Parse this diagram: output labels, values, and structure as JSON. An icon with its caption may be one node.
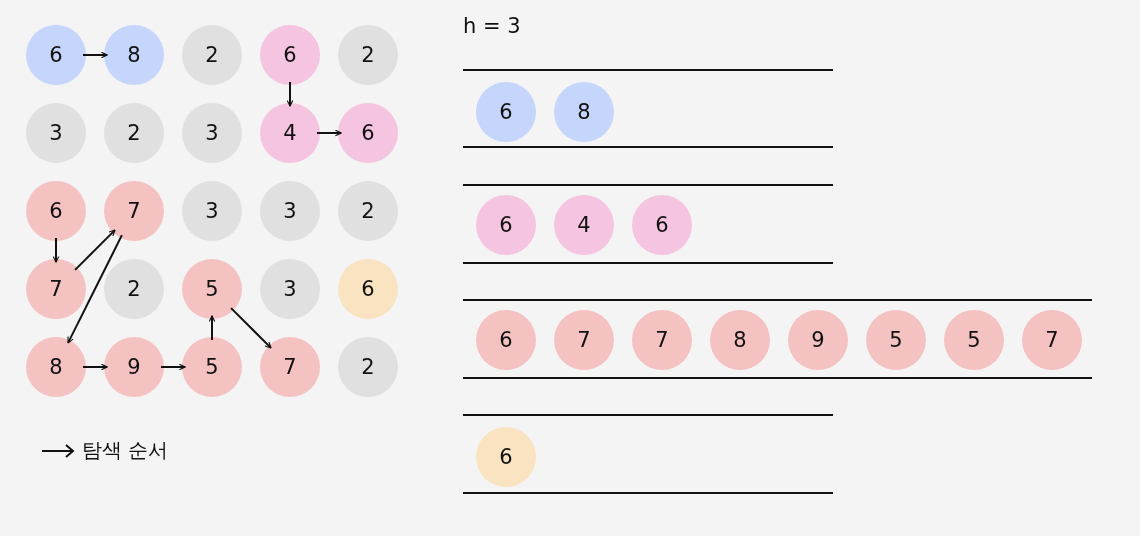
{
  "diagram": {
    "nodes": [
      {
        "text": [
          "6"
        ]
      },
      {
        "text": [
          "8"
        ]
      },
      {
        "text": [
          "2"
        ]
      },
      {
        "text": [
          "6"
        ]
      },
      {
        "text": [
          "2"
        ]
      },
      {
        "text": [
          "3"
        ]
      },
      {
        "text": [
          "2"
        ]
      },
      {
        "text": [
          "3"
        ]
      },
      {
        "text": [
          "4"
        ]
      },
      {
        "text": [
          "6"
        ]
      },
      {
        "text": [
          "6"
        ]
      },
      {
        "text": [
          "7"
        ]
      },
      {
        "text": [
          "3"
        ]
      },
      {
        "text": [
          "3"
        ]
      },
      {
        "text": [
          "2"
        ]
      },
      {
        "text": [
          "7"
        ]
      },
      {
        "text": [
          "2"
        ]
      },
      {
        "text": [
          "5"
        ]
      },
      {
        "text": [
          "3"
        ]
      },
      {
        "text": [
          "6"
        ]
      },
      {
        "text": [
          "8"
        ]
      },
      {
        "text": [
          "9"
        ]
      },
      {
        "text": [
          "5"
        ]
      },
      {
        "text": [
          "7"
        ]
      },
      {
        "text": [
          "2"
        ]
      },
      {
        "text": [
          "6"
        ]
      },
      {
        "text": [
          "8"
        ]
      },
      {
        "text": [
          "6"
        ]
      },
      {
        "text": [
          "4"
        ]
      },
      {
        "text": [
          "6"
        ]
      },
      {
        "text": [
          "6"
        ]
      },
      {
        "text": [
          "7"
        ]
      },
      {
        "text": [
          "7"
        ]
      },
      {
        "text": [
          "8"
        ]
      },
      {
        "text": [
          "9"
        ]
      },
      {
        "text": [
          "5"
        ]
      },
      {
        "text": [
          "5"
        ]
      },
      {
        "text": [
          "7"
        ]
      },
      {
        "text": [
          "6"
        ]
      }
    ],
    "edges": [
      {
        "from": 0,
        "to": 1,
        "arrow": "to"
      },
      {
        "from": 3,
        "to": 8,
        "arrow": "to"
      },
      {
        "from": 8,
        "to": 9,
        "arrow": "to"
      },
      {
        "from": 10,
        "to": 15,
        "arrow": "to"
      },
      {
        "from": 15,
        "to": 11,
        "arrow": "to"
      },
      {
        "from": 11,
        "to": 20,
        "arrow": "to"
      },
      {
        "from": 20,
        "to": 21,
        "arrow": "to"
      },
      {
        "from": 21,
        "to": 22,
        "arrow": "to"
      },
      {
        "from": 22,
        "to": 17,
        "arrow": "to"
      },
      {
        "from": 17,
        "to": 23,
        "arrow": "to"
      }
    ],
    "labels": [
      "h = 3"
    ],
    "legend": [
      {
        "text": "탐색 순서"
      }
    ]
  }
}
